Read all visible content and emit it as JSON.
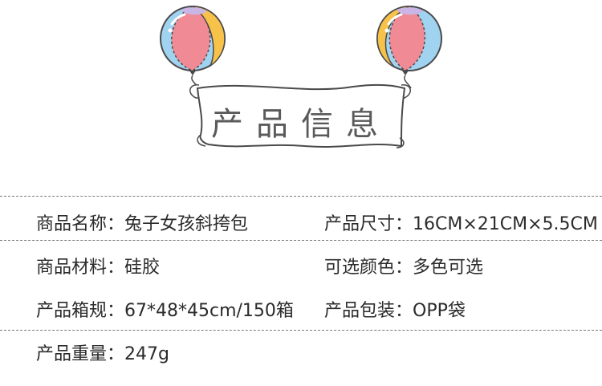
{
  "banner": {
    "title": "产品信息"
  },
  "colors": {
    "balloon_pink": "#f08a95",
    "balloon_blue": "#9fd3f0",
    "balloon_yellow": "#f7c24a",
    "balloon_lilac": "#c9b6e6",
    "outline": "#4a4a4a",
    "text": "#2b2b2b"
  },
  "specs": [
    {
      "label": "商品名称：",
      "value": "兔子女孩斜挎包"
    },
    {
      "label": "产品尺寸：",
      "value": "16CM×21CM×5.5CM"
    },
    {
      "label": "商品材料：",
      "value": "硅胶"
    },
    {
      "label": "可选颜色：",
      "value": "多色可选"
    },
    {
      "label": "产品箱规：",
      "value": "67*48*45cm/150箱"
    },
    {
      "label": "产品包装：",
      "value": "OPP袋"
    },
    {
      "label": "产品重量：",
      "value": "247g"
    }
  ]
}
